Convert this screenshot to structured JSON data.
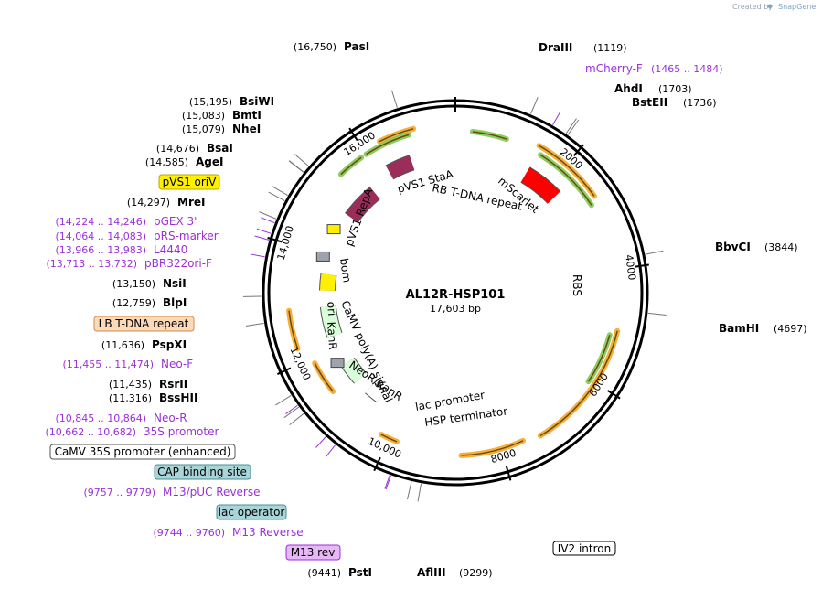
{
  "credit": {
    "prefix": "Created by",
    "brand": "SnapGene"
  },
  "plasmid": {
    "name": "AL12R-HSP101",
    "length_label": "17,603 bp",
    "length": 17603
  },
  "colors": {
    "primer": "#9b30d9",
    "orange": "#f5a623",
    "green": "#7ec850",
    "red": "#ff0000",
    "maroon": "#9b2d5a",
    "yellow": "#ffef00",
    "paleGreen": "#d9ffd9",
    "gray": "#9ca3ad"
  },
  "ticks": [
    {
      "pos": 2000,
      "label": "2000"
    },
    {
      "pos": 4000,
      "label": "4000"
    },
    {
      "pos": 6000,
      "label": "6000"
    },
    {
      "pos": 8000,
      "label": "8000"
    },
    {
      "pos": 10000,
      "label": "10,000"
    },
    {
      "pos": 12000,
      "label": "12,000"
    },
    {
      "pos": 14000,
      "label": "14,000"
    },
    {
      "pos": 16000,
      "label": "16,000"
    }
  ],
  "sites": [
    {
      "name": "PasI",
      "pos": "(16,750)",
      "bp": 16750
    },
    {
      "name": "DraIII",
      "pos": "(1119)",
      "bp": 1119
    },
    {
      "name": "AhdI",
      "pos": "(1703)",
      "bp": 1703
    },
    {
      "name": "BstEII",
      "pos": "(1736)",
      "bp": 1736
    },
    {
      "name": "BbvCI",
      "pos": "(3844)",
      "bp": 3844
    },
    {
      "name": "BamHI",
      "pos": "(4697)",
      "bp": 4697
    },
    {
      "name": "BsiWI",
      "pos": "(15,195)",
      "bp": 15195
    },
    {
      "name": "BmtI",
      "pos": "(15,083)",
      "bp": 15083
    },
    {
      "name": "NheI",
      "pos": "(15,079)",
      "bp": 15079
    },
    {
      "name": "BsaI",
      "pos": "(14,676)",
      "bp": 14676
    },
    {
      "name": "AgeI",
      "pos": "(14,585)",
      "bp": 14585
    },
    {
      "name": "MreI",
      "pos": "(14,297)",
      "bp": 14297
    },
    {
      "name": "NsiI",
      "pos": "(13,150)",
      "bp": 13150
    },
    {
      "name": "BlpI",
      "pos": "(12,759)",
      "bp": 12759
    },
    {
      "name": "PspXI",
      "pos": "(11,636)",
      "bp": 11636
    },
    {
      "name": "RsrII",
      "pos": "(11,435)",
      "bp": 11435
    },
    {
      "name": "BssHII",
      "pos": "(11,316)",
      "bp": 11316
    },
    {
      "name": "PstI",
      "pos": "(9441)",
      "bp": 9441
    },
    {
      "name": "AflIII",
      "pos": "(9299)",
      "bp": 9299
    }
  ],
  "primers": [
    {
      "name": "mCherry-F",
      "range": "(1465 .. 1484)",
      "bp": 1474
    },
    {
      "name": "pGEX 3'",
      "range": "(14,224 .. 14,246)",
      "bp": 14235
    },
    {
      "name": "pRS-marker",
      "range": "(14,064 .. 14,083)",
      "bp": 14073
    },
    {
      "name": "L4440",
      "range": "(13,966 .. 13,983)",
      "bp": 13974
    },
    {
      "name": "pBR322ori-F",
      "range": "(13,713 .. 13,732)",
      "bp": 13722
    },
    {
      "name": "Neo-F",
      "range": "(11,455 .. 11,474)",
      "bp": 11464
    },
    {
      "name": "Neo-R",
      "range": "(10,845 .. 10,864)",
      "bp": 10854
    },
    {
      "name": "35S promoter",
      "range": "(10,662 .. 10,682)",
      "bp": 10672
    },
    {
      "name": "M13/pUC Reverse",
      "range": "(9757 .. 9779)",
      "bp": 9768
    },
    {
      "name": "M13 Reverse",
      "range": "(9744 .. 9760)",
      "bp": 9752
    }
  ],
  "boxed_labels": [
    {
      "text": "pVS1 oriV",
      "fill": "#ffef00",
      "stroke": "#b8a800"
    },
    {
      "text": "LB T-DNA repeat",
      "fill": "#fbd9b9",
      "stroke": "#d08a4a"
    },
    {
      "text": "CaMV 35S promoter (enhanced)",
      "fill": "#ffffff",
      "stroke": "#555555"
    },
    {
      "text": "CAP binding site",
      "fill": "#a9d4d8",
      "stroke": "#4a8f96"
    },
    {
      "text": "lac operator",
      "fill": "#a9d4d8",
      "stroke": "#4a8f96"
    },
    {
      "text": "M13 rev",
      "fill": "#e7b8f5",
      "stroke": "#9b30d9"
    },
    {
      "text": "IV2 intron",
      "fill": "#ffffff",
      "stroke": "#000000"
    }
  ],
  "features": [
    "pVS1 StaA",
    "RB T-DNA repeat",
    "mScarlet",
    "pVS1 RepA",
    "bom",
    "ori",
    "KanR",
    "CaMV poly(A) signal",
    "NeoR/KanR",
    "lac promoter",
    "HSP terminator",
    "RBS"
  ]
}
